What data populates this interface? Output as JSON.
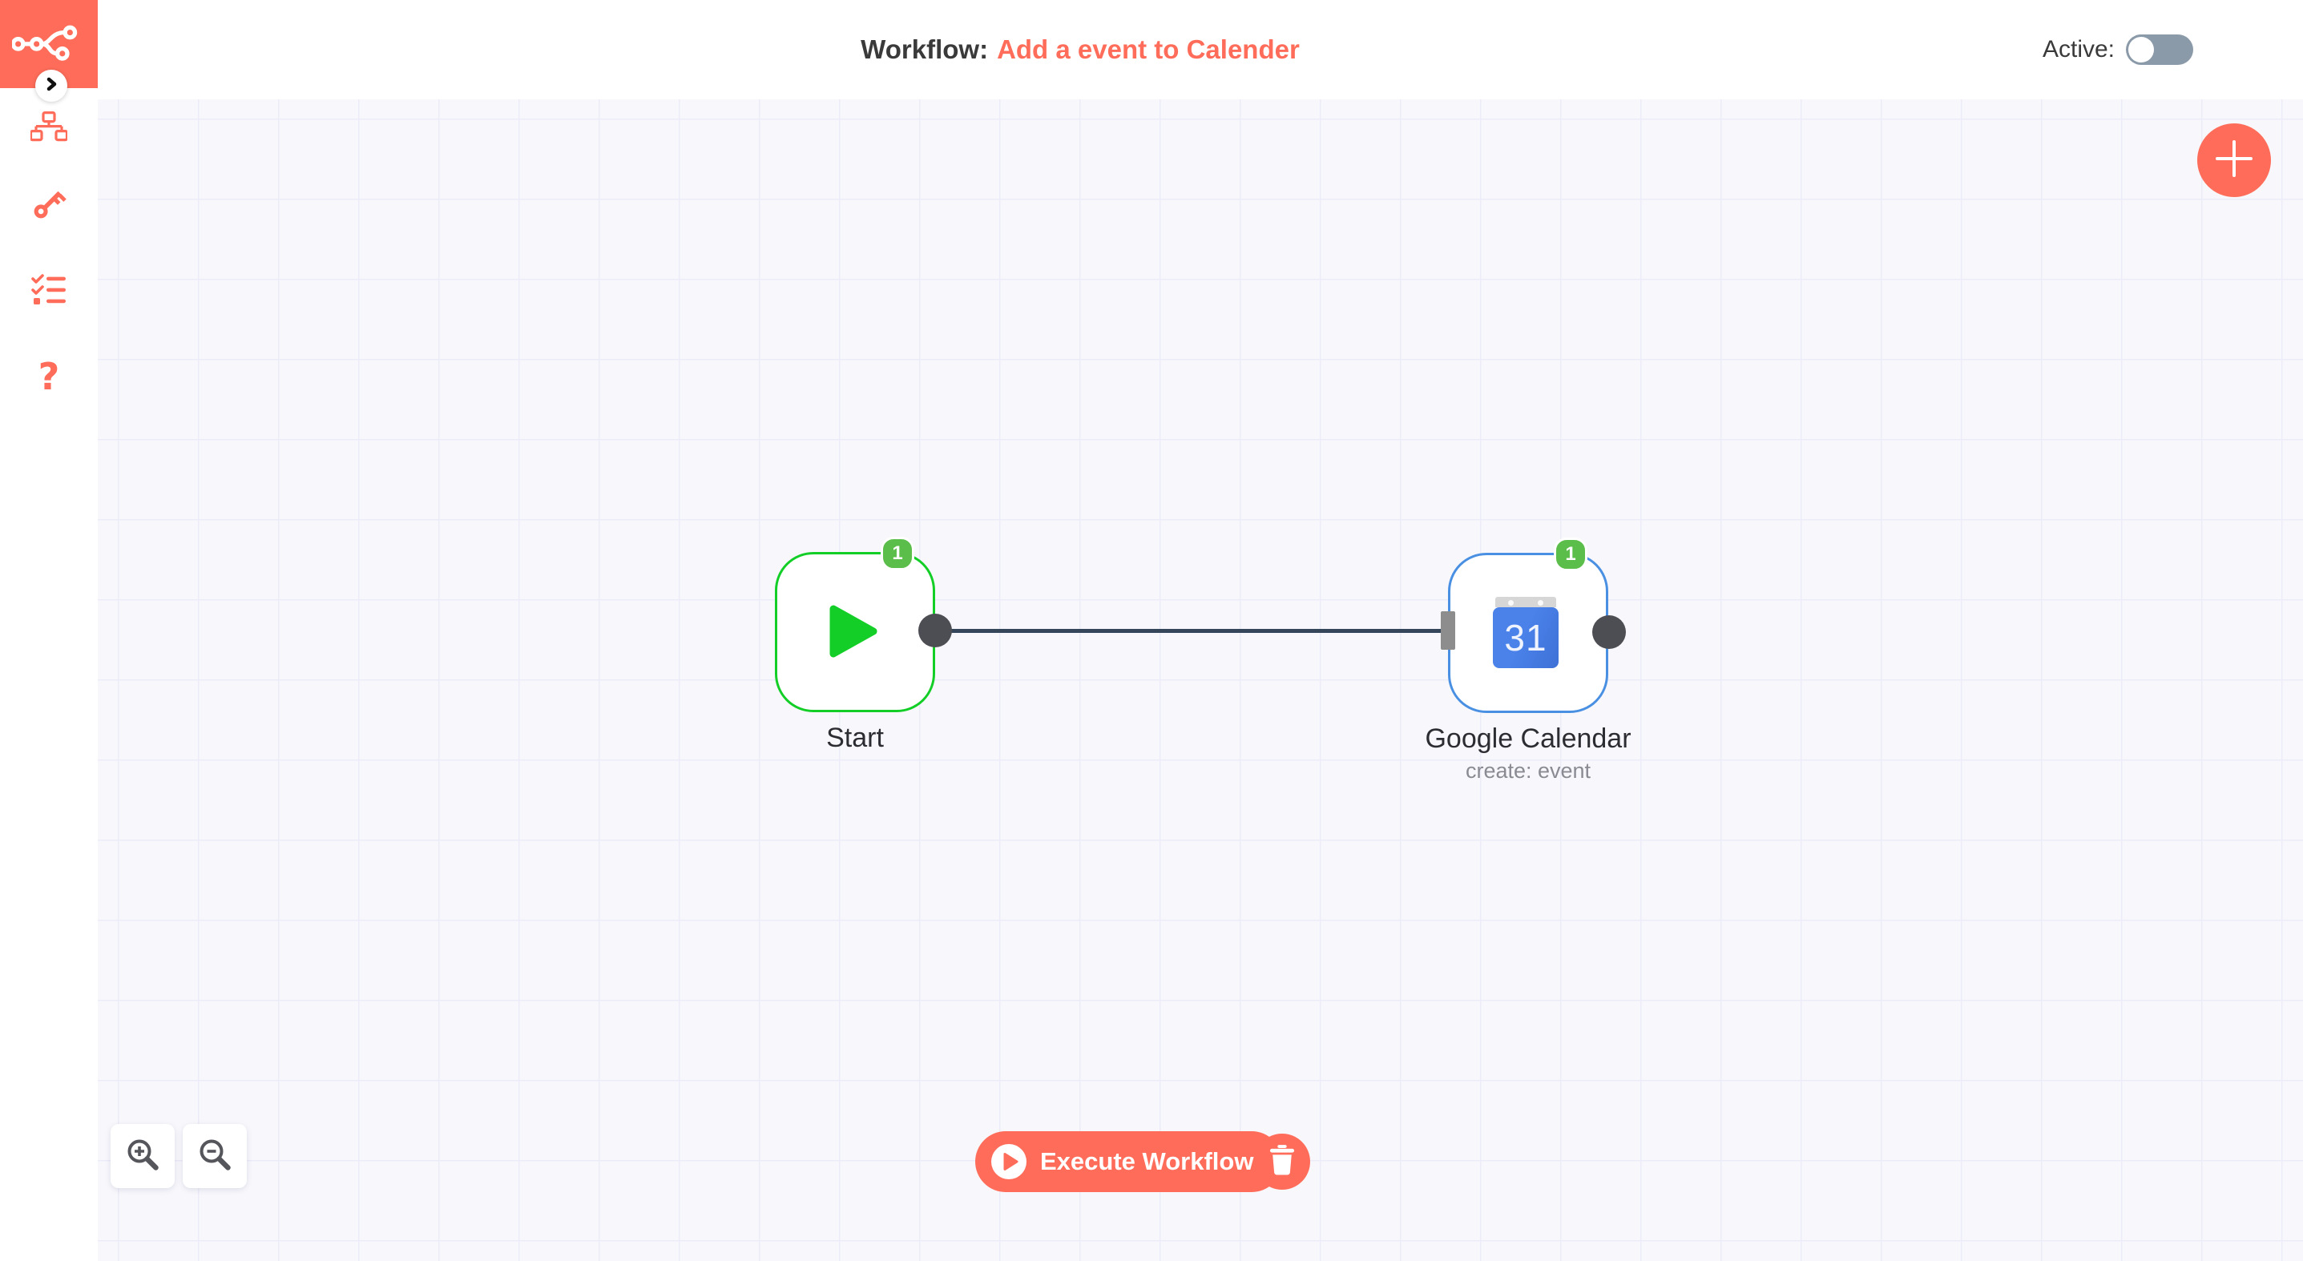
{
  "header": {
    "title_prefix": "Workflow:",
    "title_name": "Add a event to Calender",
    "active_label": "Active:",
    "active_state": "off"
  },
  "sidebar": {
    "items": [
      {
        "name": "workflows",
        "icon": "sitemap-icon"
      },
      {
        "name": "credentials",
        "icon": "key-icon"
      },
      {
        "name": "executions",
        "icon": "list-check-icon"
      },
      {
        "name": "help",
        "icon": "question-mark-icon",
        "glyph": "?"
      }
    ],
    "collapse_icon": "chevron-right-icon",
    "logo_icon": "n8n-logo-icon"
  },
  "canvas": {
    "nodes": [
      {
        "name": "Start",
        "badge": "1",
        "type": "start",
        "icon": "play-icon"
      },
      {
        "name": "Google Calendar",
        "subtitle": "create: event",
        "badge": "1",
        "type": "google-calendar",
        "icon": "google-calendar-icon",
        "icon_label": "31"
      }
    ],
    "connections": [
      {
        "from": "Start",
        "to": "Google Calendar"
      }
    ]
  },
  "controls": {
    "execute_label": "Execute Workflow",
    "zoom_in_icon": "magnifier-plus-icon",
    "zoom_out_icon": "magnifier-minus-icon",
    "delete_icon": "trash-icon",
    "add_node_icon": "plus-icon"
  },
  "colors": {
    "accent": "#ff6d5a",
    "start_green": "#13ce27",
    "badge_green": "#5cbe4a",
    "gcal_blue": "#4a90e2",
    "connection": "#35465a",
    "toggle_off": "#8b9aa9",
    "canvas_bg": "#f8f8fc",
    "grid_line": "#ecebf8"
  }
}
